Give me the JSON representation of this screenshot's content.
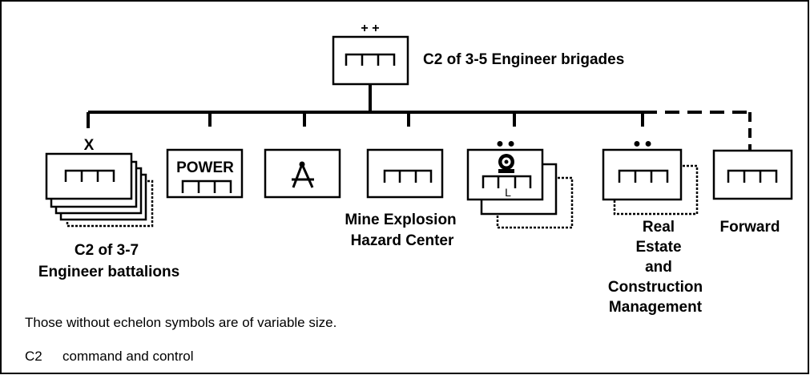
{
  "hq": {
    "echelon": "+ +",
    "label": "C2 of 3-5 Engineer brigades"
  },
  "units": {
    "battalions": {
      "echelon": "X",
      "label_line1": "C2 of 3-7",
      "label_line2": "Engineer battalions"
    },
    "power": {
      "text": "POWER"
    },
    "topographic": {},
    "mine": {
      "label_line1": "Mine Explosion",
      "label_line2": "Hazard Center"
    },
    "diving": {
      "echelon": "● ●",
      "sub": "L"
    },
    "real_estate": {
      "echelon": "● ●",
      "label_lines": [
        "Real",
        "Estate",
        "and",
        "Construction",
        "Management"
      ]
    },
    "forward": {
      "label": "Forward"
    }
  },
  "notes": {
    "echelon_note": "Those without echelon symbols are of variable size.",
    "abbr_term": "C2",
    "abbr_def": "command and control"
  }
}
